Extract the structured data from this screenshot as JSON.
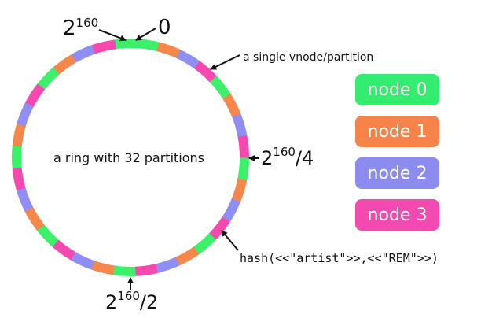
{
  "ring": {
    "center_label": "a ring with 32 partitions",
    "partition_count": 32,
    "segment_nodes": [
      0,
      0,
      1,
      2,
      3,
      0,
      1,
      2,
      3,
      0,
      1,
      2,
      3,
      0,
      1,
      2,
      3,
      0,
      1,
      2,
      3,
      0,
      1,
      2,
      3,
      0,
      1,
      2,
      3,
      0,
      1,
      2,
      3
    ],
    "colors": {
      "node0": "#3cf06a",
      "node1": "#f5874a",
      "node2": "#8f8ef2",
      "node3": "#f549b0"
    }
  },
  "labels": {
    "top_left_base": "2",
    "top_left_exp": "160",
    "top_right": "0",
    "vnode": "a single vnode/partition",
    "right_base": "2",
    "right_exp": "160",
    "right_suffix": "/4",
    "bottom_base": "2",
    "bottom_exp": "160",
    "bottom_suffix": "/2",
    "hash": "hash(<<\"artist\">>,<<\"REM\">>)"
  },
  "legend": [
    {
      "label": "node 0",
      "color": "#33ee6e"
    },
    {
      "label": "node 1",
      "color": "#f5834a"
    },
    {
      "label": "node 2",
      "color": "#8c8cf0"
    },
    {
      "label": "node 3",
      "color": "#f24ab0"
    }
  ]
}
